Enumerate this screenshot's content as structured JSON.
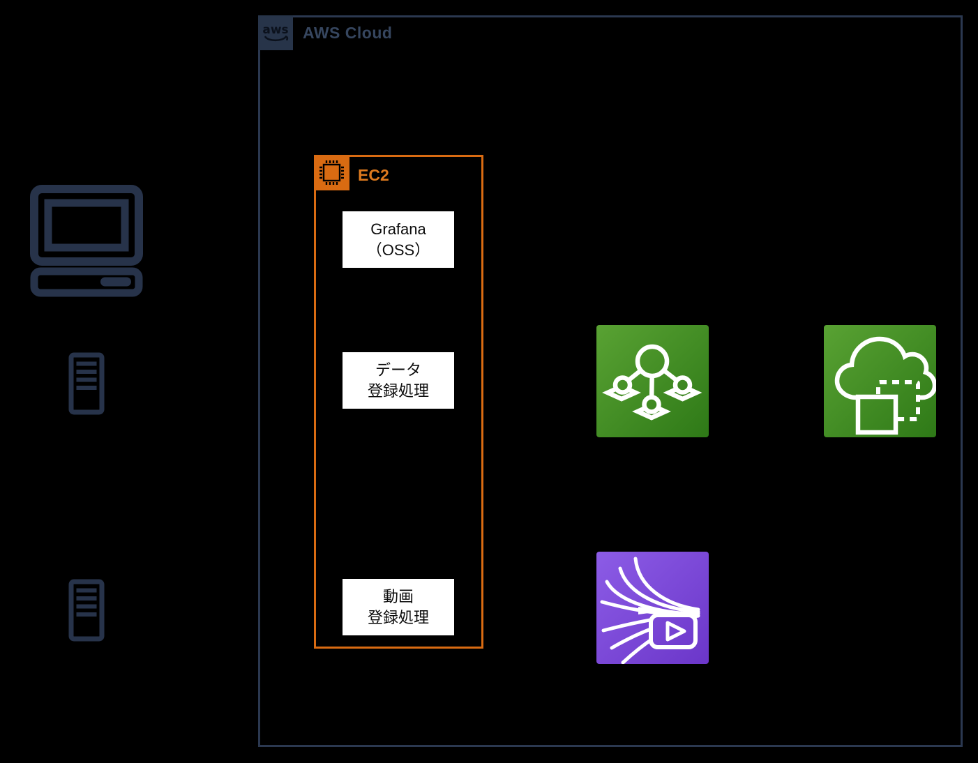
{
  "page": {
    "background": "#000000"
  },
  "aws_cloud": {
    "label": "AWS Cloud",
    "logo_text": "aws",
    "border_color": "#2B3850"
  },
  "ec2": {
    "label": "EC2",
    "accent_color": "#D96B12",
    "nodes": [
      {
        "line1": "Grafana",
        "line2": "（OSS）"
      },
      {
        "line1": "データ",
        "line2": "登録処理"
      },
      {
        "line1": "動画",
        "line2": "登録処理"
      }
    ]
  },
  "icons": {
    "client_computer": {
      "name": "desktop-computer-icon",
      "color": "#27334A"
    },
    "server_upper": {
      "name": "server-tower-icon",
      "color": "#27334A"
    },
    "server_lower": {
      "name": "server-tower-icon",
      "color": "#27334A"
    },
    "ec2": {
      "name": "amazon-ec2-icon",
      "color": "#D96B12"
    },
    "aws_logo": {
      "name": "aws-logo-icon",
      "color": "#273449"
    },
    "iot_device_management": {
      "name": "aws-iot-device-management-icon",
      "gradient": [
        "#59A233",
        "#2E7917"
      ]
    },
    "iot_sitewise": {
      "name": "aws-iot-sitewise-icon",
      "gradient": [
        "#59A233",
        "#2E7917"
      ]
    },
    "kinesis_video_streams": {
      "name": "amazon-kinesis-video-streams-icon",
      "gradient": [
        "#8C5CE6",
        "#6B36C9"
      ]
    }
  }
}
